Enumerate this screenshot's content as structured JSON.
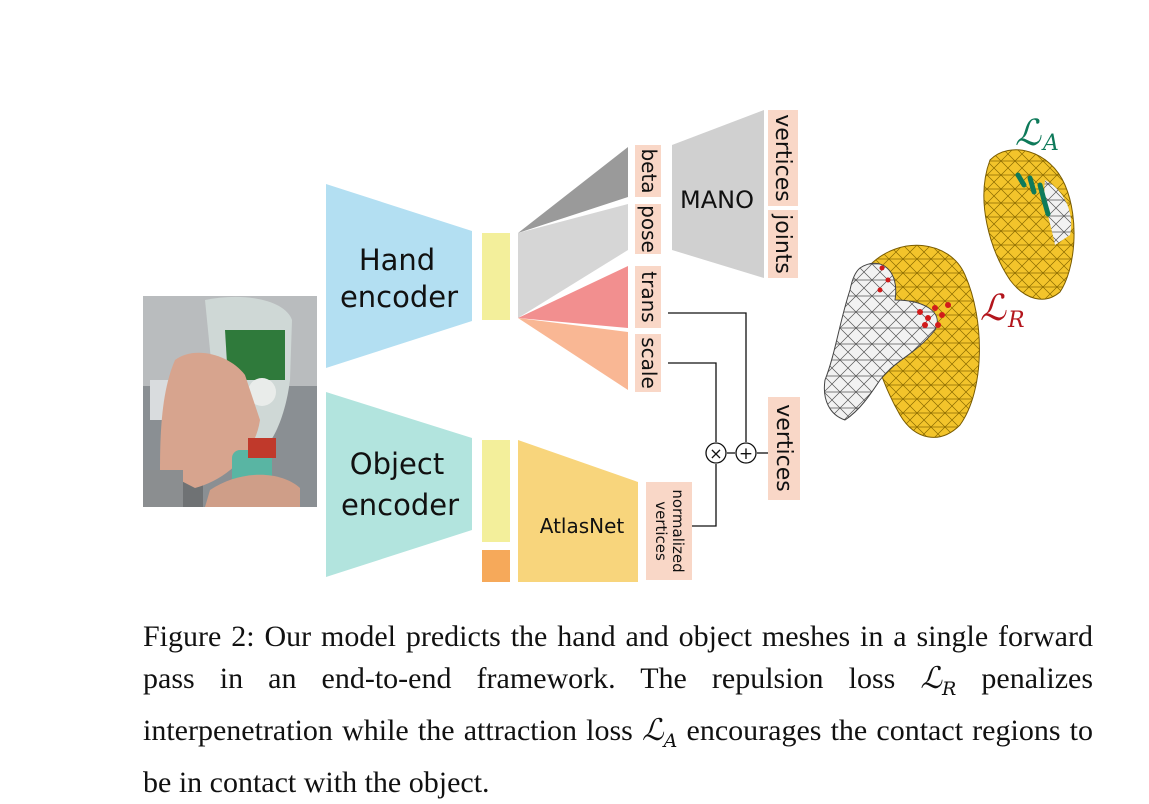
{
  "diagram": {
    "hand_encoder": [
      "Hand",
      "encoder"
    ],
    "object_encoder": [
      "Object",
      "encoder"
    ],
    "mano": "MANO",
    "atlasnet": "AtlasNet",
    "params": {
      "beta": "beta",
      "pose": "pose",
      "trans": "trans",
      "scale": "scale"
    },
    "outputs": {
      "mano_vertices": "vertices",
      "mano_joints": "joints",
      "object_vertices": "vertices",
      "normalized_vertices": [
        "normalized",
        "vertices"
      ]
    },
    "ops": {
      "multiply": "×",
      "add": "+"
    },
    "loss_labels": {
      "attraction": {
        "symbol": "ℒ",
        "sub": "A",
        "color": "#0e7a5a"
      },
      "repulsion": {
        "symbol": "ℒ",
        "sub": "R",
        "color": "#b3161d"
      }
    },
    "colors": {
      "hand_encoder": "#b3dff2",
      "object_encoder": "#b2e4de",
      "latent": "#f3ef9b",
      "latent_extra": "#f6a95a",
      "beta_branch": "#9a9a9a",
      "pose_branch": "#d6d6d6",
      "trans_branch": "#f28f8f",
      "scale_branch": "#f9b794",
      "mano": "#d0d0d0",
      "atlasnet": "#f8d57c",
      "label_bg": "#f9d7c7",
      "mesh_object": "#f3c42b",
      "mesh_hand": "#eeeeee"
    }
  },
  "caption": {
    "prefix": "Figure 2:  Our model predicts the hand and object meshes in a single forward pass in an end-to-end framework.  The repulsion loss ",
    "mid": " penalizes interpenetration while the attraction loss ",
    "suffix": " encourages the contact regions to be in contact with the object."
  }
}
